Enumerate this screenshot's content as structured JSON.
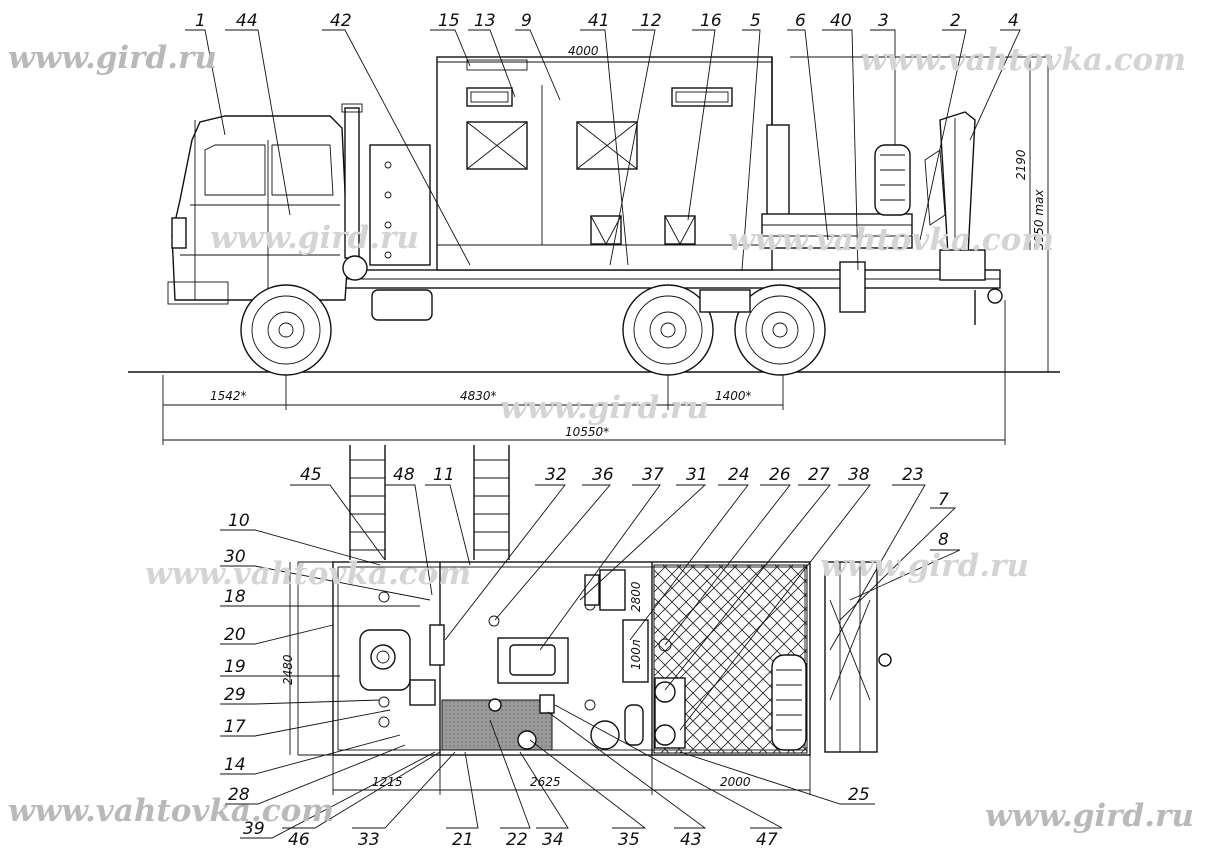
{
  "watermarks": {
    "wm1": "www.gird.ru",
    "wm2": "www.vahtovka.com",
    "wm3": "www.gird.ru",
    "wm4": "www.vahtovka.com",
    "wm5": "www.gird.ru",
    "wm6": "www.vahtovka.com",
    "wm7": "www.gird.ru",
    "wm8": "www.vahtovka.com",
    "wm9": "www.gird.ru"
  },
  "dimensions": {
    "body_length": "4000",
    "cab_overhang": "1542*",
    "wheelbase": "4830*",
    "rear_axle_spacing": "1400*",
    "overall_length": "10550*",
    "overall_height": "3950 max",
    "body_height": "2190",
    "body_width": "2480",
    "compartment_1": "1215",
    "compartment_2": "2625",
    "platform_length": "2000",
    "tank_capacity": "100л",
    "cabinet_width": "2800"
  },
  "callouts": {
    "top_row": [
      "1",
      "44",
      "42",
      "15",
      "13",
      "9",
      "41",
      "12",
      "16",
      "5",
      "6",
      "40",
      "3",
      "2",
      "4"
    ],
    "plan_top": [
      "45",
      "48",
      "11",
      "32",
      "36",
      "37",
      "31",
      "24",
      "26",
      "27",
      "38",
      "23",
      "7",
      "8"
    ],
    "plan_left": [
      "10",
      "30",
      "18",
      "20",
      "19",
      "29",
      "17",
      "14",
      "28",
      "39"
    ],
    "plan_bottom": [
      "46",
      "33",
      "21",
      "22",
      "34",
      "35",
      "43",
      "47"
    ],
    "plan_right": [
      "25"
    ]
  }
}
